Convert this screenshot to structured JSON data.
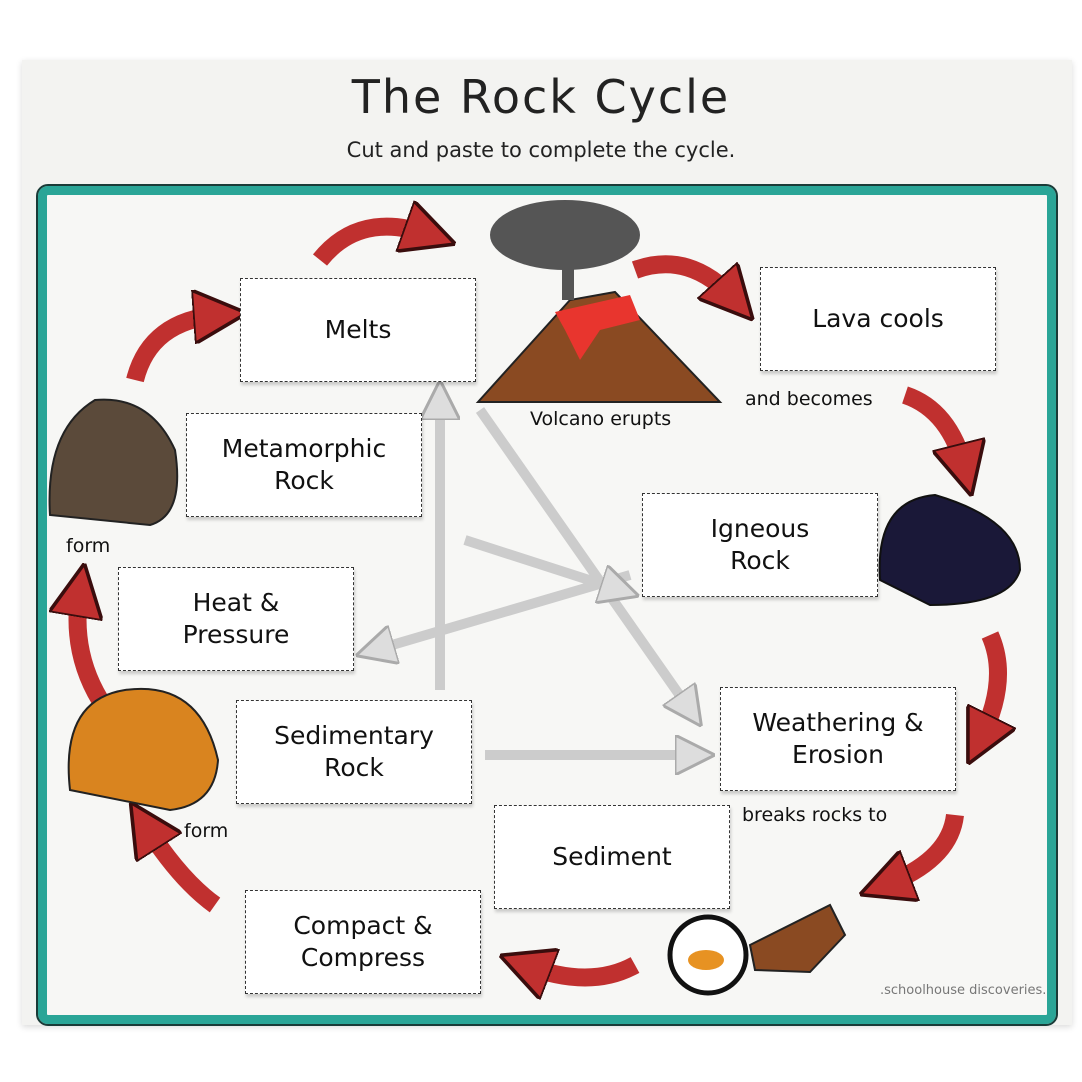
{
  "title": "The Rock Cycle",
  "subtitle": "Cut and paste to complete the cycle.",
  "cards": {
    "melts": "Melts",
    "lava_cools": "Lava cools",
    "metamorphic": "Metamorphic\nRock",
    "igneous": "Igneous\nRock",
    "heat_pressure": "Heat &\nPressure",
    "sedimentary": "Sedimentary\nRock",
    "weathering": "Weathering &\nErosion",
    "sediment": "Sediment",
    "compact": "Compact &\nCompress"
  },
  "labels": {
    "volcano": "Volcano erupts",
    "and_becomes": "and becomes",
    "form1": "form",
    "form2": "form",
    "breaks": "breaks rocks to"
  },
  "watermark": ".schoolhouse discoveries.",
  "colors": {
    "border": "#2aa597",
    "arrow": "#b3262a",
    "paper": "#f3f3f1"
  }
}
